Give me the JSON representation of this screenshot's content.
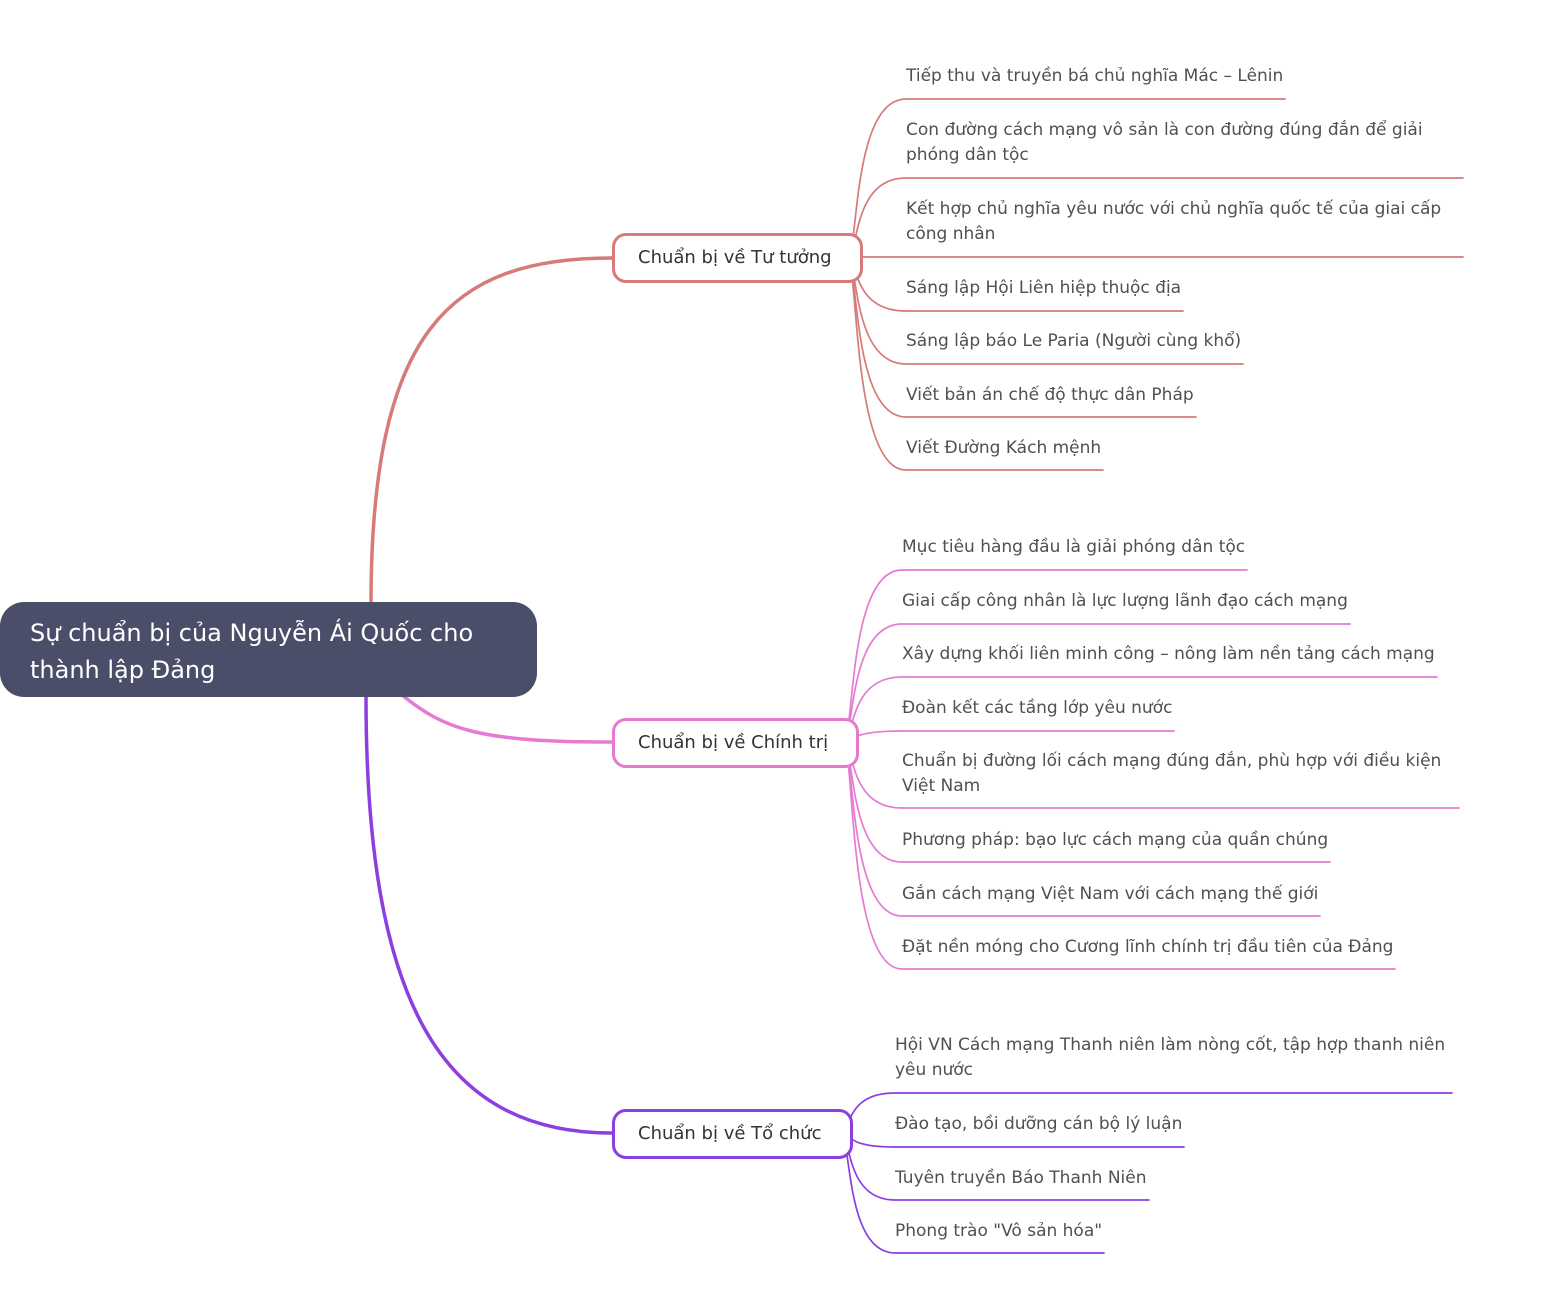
{
  "root": {
    "title": "Sự chuẩn bị của Nguyễn Ái Quốc cho thành lập Đảng",
    "color": "#4b4e68"
  },
  "branches": [
    {
      "label": "Chuẩn bị về Tư tưởng",
      "color": "#d67a7a",
      "items": [
        "Tiếp thu và truyền bá chủ nghĩa Mác – Lênin",
        "Con đường cách mạng vô sản là con đường đúng đắn để giải phóng dân tộc",
        "Kết hợp chủ nghĩa yêu nước với chủ nghĩa quốc tế của giai cấp công nhân",
        "Sáng lập Hội Liên hiệp thuộc địa",
        "Sáng lập báo Le Paria (Người cùng khổ)",
        "Viết bản án chế độ thực dân Pháp",
        "Viết Đường Kách mệnh"
      ]
    },
    {
      "label": "Chuẩn bị về Chính trị",
      "color": "#e57ad0",
      "items": [
        "Mục tiêu hàng đầu là giải phóng dân tộc",
        "Giai cấp công nhân là lực lượng lãnh đạo cách mạng",
        "Xây dựng khối liên minh công – nông làm nền tảng cách mạng",
        "Đoàn kết các tầng lớp yêu nước",
        "Chuẩn bị đường lối cách mạng đúng đắn, phù hợp với điều kiện Việt Nam",
        "Phương pháp: bạo lực cách mạng của quần chúng",
        "Gắn cách mạng Việt Nam với cách mạng thế giới",
        "Đặt nền móng cho Cương lĩnh chính trị đầu tiên của Đảng"
      ]
    },
    {
      "label": "Chuẩn bị về Tổ chức",
      "color": "#8b3fe0",
      "items": [
        "Hội VN Cách mạng Thanh niên làm nòng cốt, tập hợp thanh niên yêu nước",
        "Đào tạo, bồi dưỡng cán bộ lý luận",
        "Tuyên truyền Báo Thanh Niên",
        "Phong trào \"Vô sản hóa\""
      ]
    }
  ]
}
